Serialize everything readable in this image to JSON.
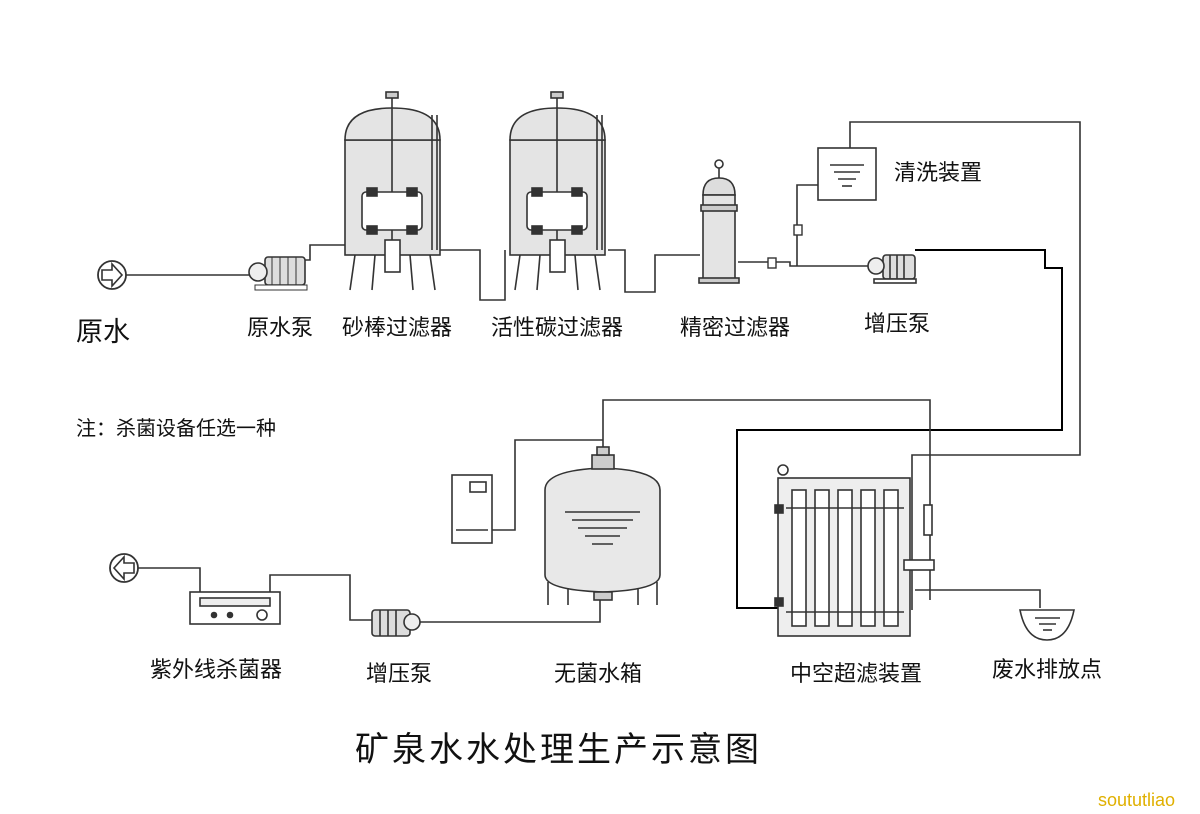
{
  "labels": {
    "raw_water": "原水",
    "raw_pump": "原水泵",
    "sand_filter": "砂棒过滤器",
    "carbon_filter": "活性碳过滤器",
    "precision_filter": "精密过滤器",
    "boost_pump_top": "增压泵",
    "cleaning_device": "清洗装置",
    "note": "注：杀菌设备任选一种",
    "uv_sterilizer": "紫外线杀菌器",
    "boost_pump_bottom": "增压泵",
    "sterile_tank": "无菌水箱",
    "hollow_uf": "中空超滤装置",
    "drain": "废水排放点"
  },
  "title": "矿泉水水处理生产示意图",
  "watermark": "soututliao"
}
